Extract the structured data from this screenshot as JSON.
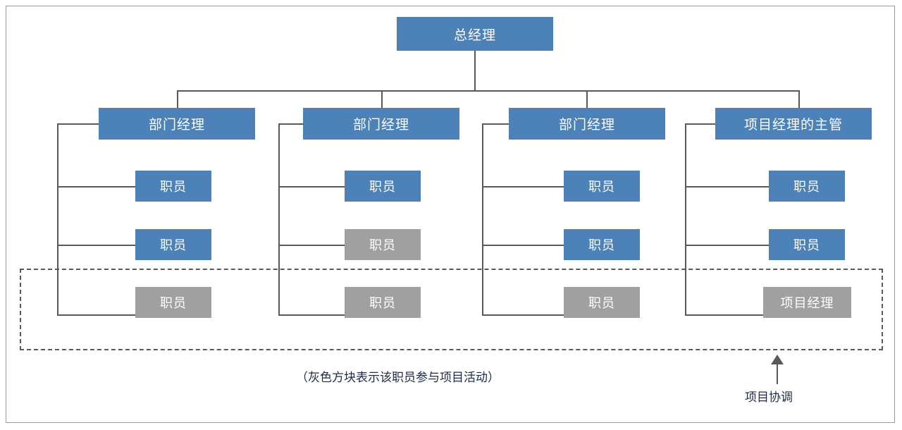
{
  "diagram": {
    "title_node": {
      "label": "总经理",
      "color": "#4d82b8"
    },
    "columns": [
      {
        "header": {
          "label": "部门经理",
          "color": "#4d82b8"
        },
        "members": [
          {
            "label": "职员",
            "color": "#4d82b8",
            "in_project": false
          },
          {
            "label": "职员",
            "color": "#4d82b8",
            "in_project": false
          },
          {
            "label": "职员",
            "color": "#a0a0a0",
            "in_project": true
          }
        ]
      },
      {
        "header": {
          "label": "部门经理",
          "color": "#4d82b8"
        },
        "members": [
          {
            "label": "职员",
            "color": "#4d82b8",
            "in_project": false
          },
          {
            "label": "职员",
            "color": "#a0a0a0",
            "in_project": true
          },
          {
            "label": "职员",
            "color": "#a0a0a0",
            "in_project": true
          }
        ]
      },
      {
        "header": {
          "label": "部门经理",
          "color": "#4d82b8"
        },
        "members": [
          {
            "label": "职员",
            "color": "#4d82b8",
            "in_project": false
          },
          {
            "label": "职员",
            "color": "#4d82b8",
            "in_project": false
          },
          {
            "label": "职员",
            "color": "#a0a0a0",
            "in_project": true
          }
        ]
      },
      {
        "header": {
          "label": "项目经理的主管",
          "color": "#4d82b8"
        },
        "members": [
          {
            "label": "职员",
            "color": "#4d82b8",
            "in_project": false
          },
          {
            "label": "职员",
            "color": "#4d82b8",
            "in_project": false
          },
          {
            "label": "项目经理",
            "color": "#a0a0a0",
            "in_project": true
          }
        ]
      }
    ],
    "project_boundary": {
      "style": "dashed",
      "color": "#595959"
    },
    "caption": "（灰色方块表示该职员参与项目活动）",
    "annotation": {
      "label": "项目协调",
      "arrow": "up-arrow-icon"
    },
    "line_color": "#595959"
  }
}
